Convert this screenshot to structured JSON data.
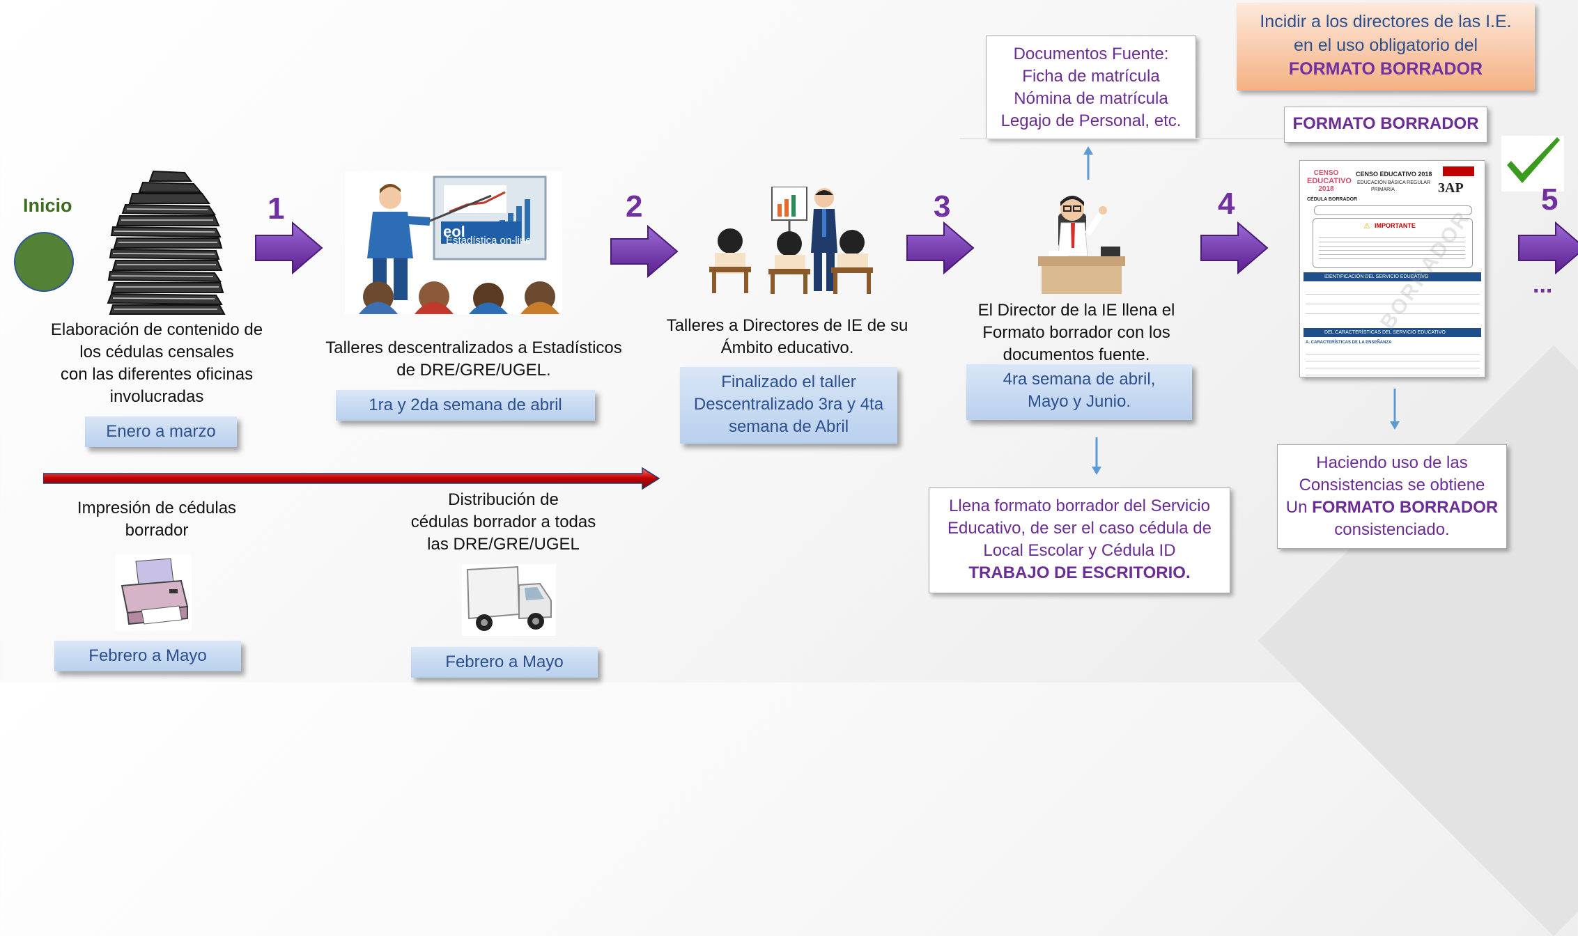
{
  "start": {
    "label": "Inicio",
    "circle_color": "#538135"
  },
  "steps": [
    {
      "number": "1"
    },
    {
      "number": "2"
    },
    {
      "number": "3"
    },
    {
      "number": "4"
    },
    {
      "number": "5"
    }
  ],
  "continuation": "...",
  "stage_elaboracion": {
    "lines": [
      "Elaboración de contenido de",
      "los cédulas censales",
      "con las diferentes oficinas",
      "involucradas"
    ],
    "period": "Enero a marzo"
  },
  "stage_talleres_estadisticos": {
    "lines": [
      "Talleres descentralizados a Estadísticos",
      "de DRE/GRE/UGEL."
    ],
    "period": "1ra y 2da semana de abril",
    "board_logo": "eol",
    "board_caption": "Estadística on-line"
  },
  "stage_talleres_directores": {
    "lines": [
      "Talleres a Directores de IE de su",
      "Ámbito educativo."
    ],
    "period_lines": [
      "Finalizado el taller",
      "Descentralizado 3ra y 4ta",
      "semana de Abril"
    ]
  },
  "stage_director": {
    "lines": [
      "El Director de la IE llena el",
      "Formato borrador con los",
      "documentos fuente."
    ],
    "period_lines": [
      "4ra semana de abril,",
      "Mayo y Junio."
    ]
  },
  "documentos_fuente": {
    "lines": [
      "Documentos Fuente:",
      "Ficha de matrícula",
      "Nómina de matrícula",
      "Legajo de Personal, etc."
    ]
  },
  "trabajo_escritorio": {
    "lines": [
      "Llena formato borrador del Servicio",
      "Educativo, de ser el caso cédula de",
      "Local Escolar y Cédula ID"
    ],
    "bold_line": "TRABAJO DE ESCRITORIO."
  },
  "incidir": {
    "lines": [
      "Incidir a los directores de las I.E.",
      "en el uso obligatorio del"
    ],
    "bold_line": "FORMATO BORRADOR"
  },
  "formato_borrador_label": "FORMATO BORRADOR",
  "form_preview": {
    "logo_line1": "CENSO",
    "logo_line2": "EDUCATIVO",
    "logo_year": "2018",
    "title": "CENSO EDUCATIVO 2018",
    "subtitle1": "EDUCACIÓN BÁSICA REGULAR",
    "subtitle2": "PRIMARIA",
    "code": "3AP",
    "cedula": "CÉDULA BORRADOR",
    "important": "IMPORTANTE",
    "section1": "IDENTIFICACIÓN DEL SERVICIO EDUCATIVO",
    "section2": "DEL CARACTERÍSTICAS DEL SERVICIO EDUCATIVO",
    "section3": "A. CARACTERÍSTICAS DE LA ENSEÑANZA",
    "watermark": "BORRADOR"
  },
  "consistencias": {
    "line1": "Haciendo uso de las",
    "line2": "Consistencias se obtiene",
    "line3_prefix": "Un ",
    "line3_bold": "FORMATO BORRADOR",
    "line4": "consistenciado."
  },
  "impresion": {
    "lines": [
      "Impresión de cédulas",
      "borrador"
    ],
    "period": "Febrero a Mayo"
  },
  "distribucion": {
    "lines": [
      "Distribución de",
      "cédulas borrador a todas",
      "las DRE/GRE/UGEL"
    ],
    "period": "Febrero a Mayo"
  },
  "colors": {
    "purple": "#7030a0",
    "blue_text": "#2b4f8f",
    "green": "#3e6b1f",
    "red_bar": "#c00000",
    "check": "#3a9a1e"
  }
}
